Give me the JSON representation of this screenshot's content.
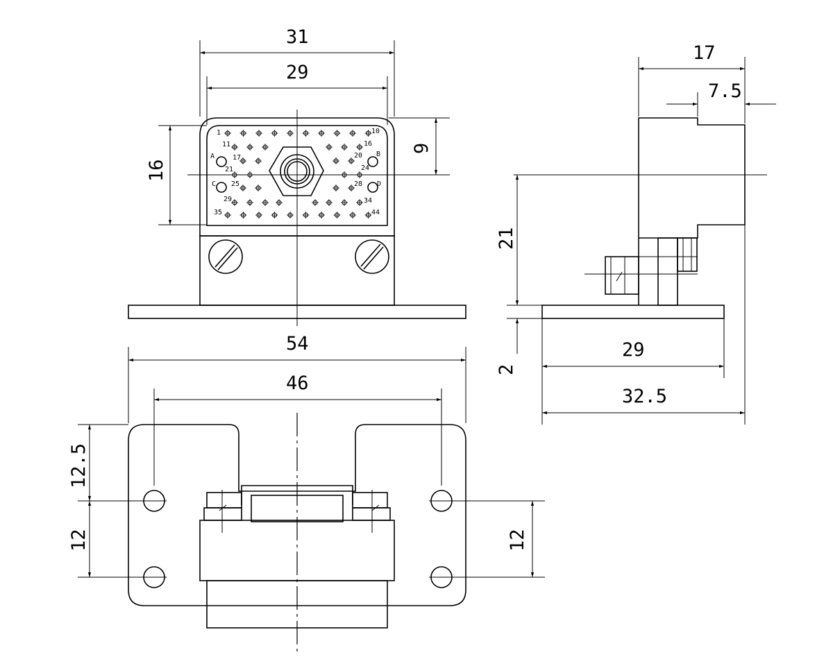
{
  "drawing": {
    "front_view": {
      "dims": {
        "overall_width": "31",
        "inner_width": "29",
        "height": "16",
        "offset": "9"
      },
      "pin_labels": {
        "p1": "1",
        "p10": "10",
        "p11": "11",
        "p16": "16",
        "p17": "17",
        "p20": "20",
        "p21": "21",
        "p24": "24",
        "p25": "25",
        "p28": "28",
        "p29": "29",
        "p34": "34",
        "p35": "35",
        "p44": "44",
        "pA": "A",
        "pB": "B",
        "pC": "C",
        "pD": "D"
      }
    },
    "side_view": {
      "dims": {
        "depth": "17",
        "step": "7.5",
        "height": "21",
        "flange": "2",
        "base": "29",
        "base_total": "32.5"
      }
    },
    "bottom_view": {
      "dims": {
        "plate_width": "54",
        "hole_spacing": "46",
        "edge_to_hole": "12.5",
        "hole_pitch_left": "12",
        "hole_pitch_right": "12"
      }
    }
  }
}
